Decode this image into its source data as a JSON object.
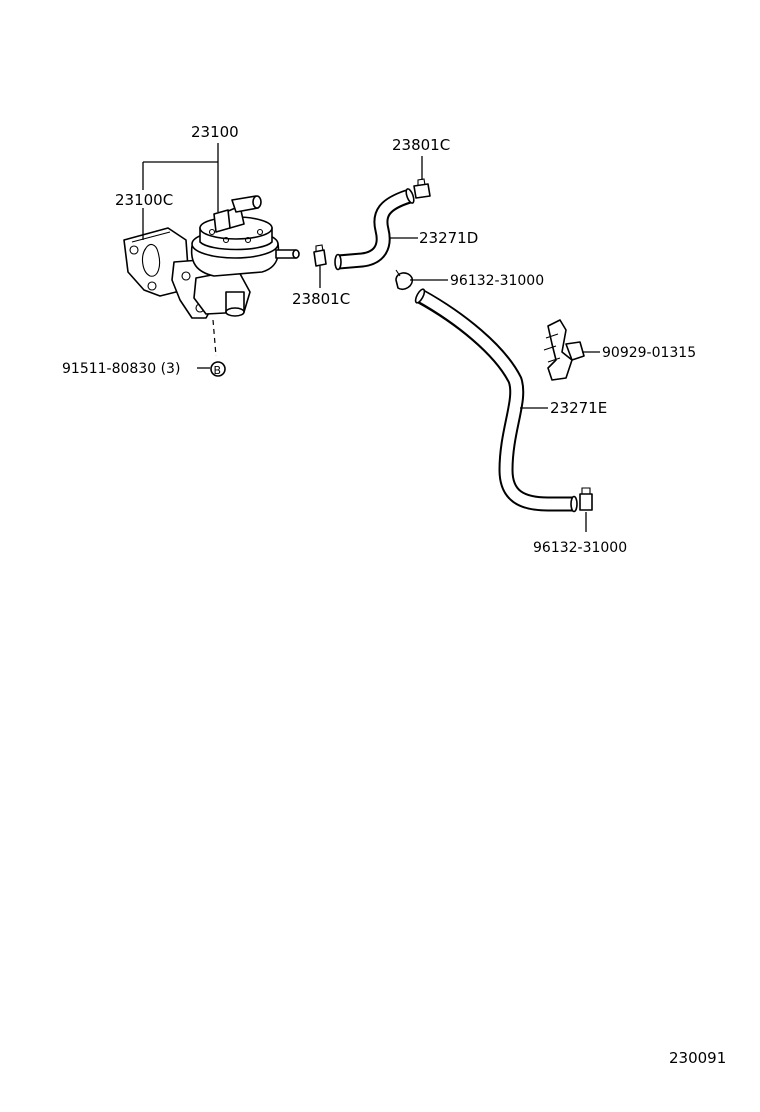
{
  "labels": {
    "pump": "23100",
    "gasket": "23100C",
    "clip_top": "23801C",
    "clip_left": "23801C",
    "hose_upper": "23271D",
    "clamp_mid": "96132-31000",
    "clamp_bottom": "96132-31000",
    "clamp_bracket": "90929-01315",
    "hose_lower": "23271E",
    "nut": "91511-80830 (3)",
    "nut_symbol": "B",
    "page_number": "230091"
  }
}
